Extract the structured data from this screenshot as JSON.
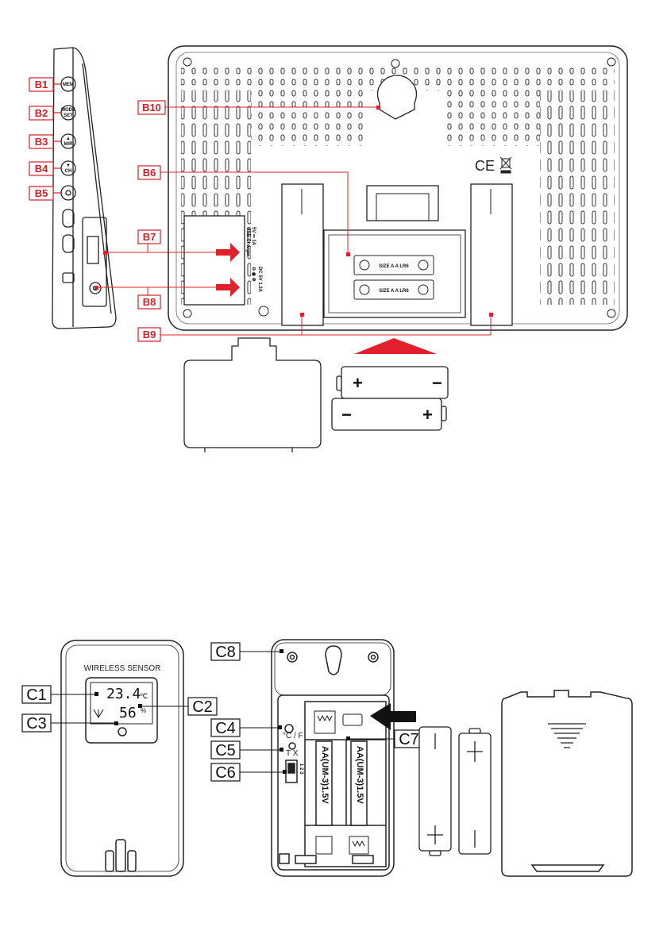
{
  "colors": {
    "label_red": "#d0202a",
    "line_red": "#e0202a",
    "stroke": "#222222"
  },
  "labels_b": [
    "B1",
    "B2",
    "B3",
    "B4",
    "B5",
    "B6",
    "B7",
    "B8",
    "B9",
    "B10"
  ],
  "labels_c": [
    "C1",
    "C2",
    "C3",
    "C4",
    "C5",
    "C6",
    "C7",
    "C8"
  ],
  "buttons": {
    "b1": "MEM",
    "b2_top": "MODE",
    "b2_bot": "SET",
    "b3": "M/R",
    "b4": "CH"
  },
  "port_text": {
    "usb_line1": "5V ⎓ 1A",
    "usb_line2": "USB Charger",
    "dc_line1": "DC 5V 1.2A",
    "dc_line2": "⊖ ◉ ⊕"
  },
  "battery_text": {
    "top": "SIZE A A LR6",
    "bottom": "SIZE A A LR6"
  },
  "battery_signs": {
    "plus": "+",
    "minus": "−"
  },
  "sensor": {
    "title": "WIRELESS SENSOR",
    "temp": "23.4",
    "temp_unit": "℃",
    "hum": "56",
    "hum_unit": "%"
  },
  "sensor_back": {
    "cf": "°C / F",
    "tx": "T X",
    "switch": "1 2 3",
    "cell_label": "AA(UM-3)1.5V"
  },
  "icons": [
    "ce-mark-icon",
    "weee-bin-icon",
    "arrow-right-icon",
    "arrow-up-icon",
    "hanging-hole-icon",
    "antenna-icon"
  ]
}
